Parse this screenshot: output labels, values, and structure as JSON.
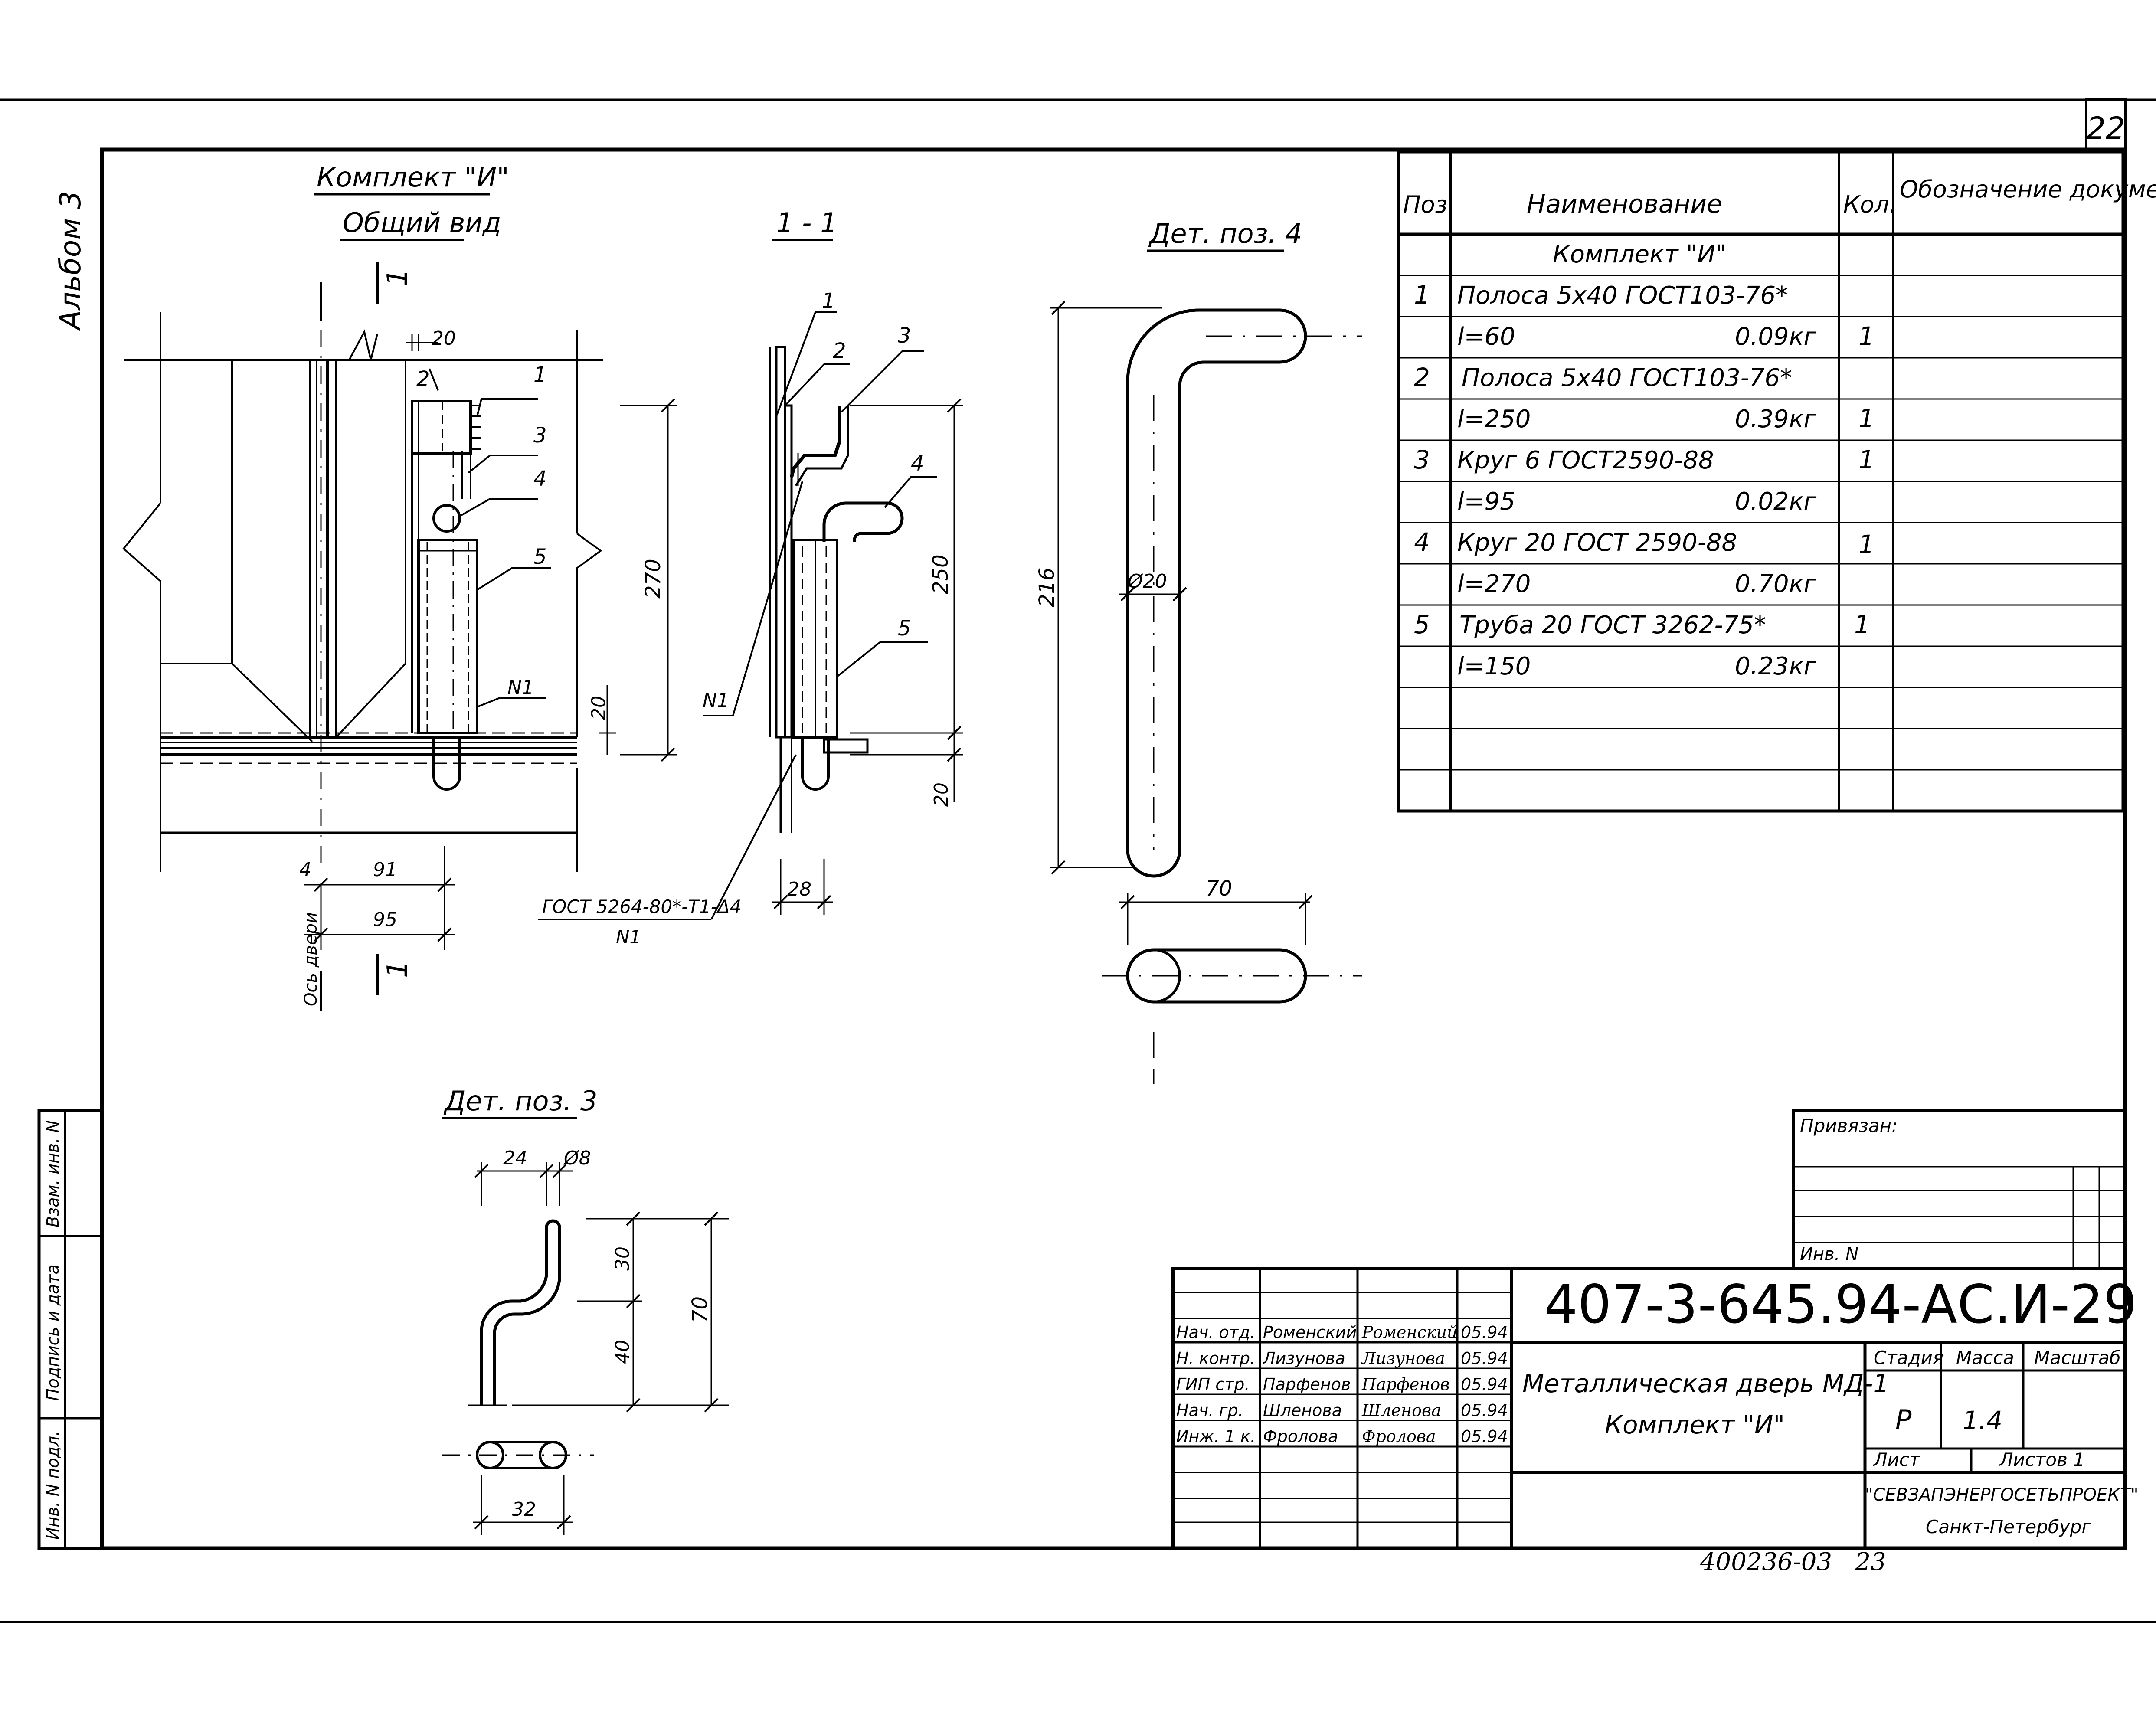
{
  "sheet": {
    "page_number": "22",
    "album_label": "Альбом 3",
    "title_main": "Комплект \"И\"",
    "title_sub": "Общий вид",
    "cut_label": "1",
    "section_title": "1 - 1",
    "detail4_title": "Дет. поз. 4",
    "detail3_title": "Дет. поз. 3",
    "axis_label": "Ось двери",
    "weld_label": "ГОСТ 5264-80*-Т1-Δ4",
    "weld_sub": "N1",
    "bottom_handwriting": "400236-03   23"
  },
  "dimensions": {
    "general": {
      "top": "20",
      "height": "270",
      "bottom": "20",
      "w1": "4",
      "w2": "91",
      "w3": "95"
    },
    "section": {
      "height": "250",
      "bottom": "20",
      "width": "28"
    },
    "detail4": {
      "height": "216",
      "diameter": "Ø20",
      "width": "70"
    },
    "detail3": {
      "w": "24",
      "d": "Ø8",
      "h1": "30",
      "h2": "40",
      "total": "70",
      "bottom_w": "32"
    }
  },
  "position_marks": [
    "1",
    "2",
    "3",
    "4",
    "5",
    "N1"
  ],
  "spec_table": {
    "headers": [
      "Поз.",
      "Наименование",
      "Кол.",
      "Обозначение документа"
    ],
    "group_title": "Комплект \"И\"",
    "rows": [
      {
        "pos": "1",
        "name": "Полоса 5х40 ГОСТ103-76*",
        "qty": "",
        "doc": ""
      },
      {
        "pos": "",
        "name": "l=60",
        "mass": "0.09кг",
        "qty": "1",
        "doc": ""
      },
      {
        "pos": "2",
        "name": "Полоса 5х40 ГОСТ103-76*",
        "qty": "",
        "doc": ""
      },
      {
        "pos": "",
        "name": "l=250",
        "mass": "0.39кг",
        "qty": "1",
        "doc": ""
      },
      {
        "pos": "3",
        "name": "Круг 6  ГОСТ2590-88",
        "qty": "1",
        "doc": ""
      },
      {
        "pos": "",
        "name": "l=95",
        "mass": "0.02кг",
        "qty": "",
        "doc": ""
      },
      {
        "pos": "4",
        "name": "Круг 20  ГОСТ 2590-88",
        "qty": "1",
        "doc": ""
      },
      {
        "pos": "",
        "name": "l=270",
        "mass": "0.70кг",
        "qty": "",
        "doc": ""
      },
      {
        "pos": "5",
        "name": "Труба  20 ГОСТ 3262-75*",
        "qty": "1",
        "doc": ""
      },
      {
        "pos": "",
        "name": "l=150",
        "mass": "0.23кг",
        "qty": "",
        "doc": ""
      }
    ]
  },
  "side_stamp": [
    "Взам. инв. N",
    "Подпись и дата",
    "Инв. N подл."
  ],
  "title_block": {
    "privyazan": "Привязан:",
    "inv_n": "Инв. N",
    "code": "407-3-645.94-АС.И-29",
    "title_line1": "Металлическая дверь МД-1",
    "title_line2": "Комплект \"И\"",
    "stage_header": "Стадия",
    "mass_header": "Масса",
    "scale_header": "Масштаб",
    "stage": "Р",
    "mass": "1.4",
    "sheet_label": "Лист",
    "sheets_label": "Листов 1",
    "org": "\"СЕВЗАПЭНЕРГОСЕТЬПРОЕКТ\"",
    "city": "Санкт-Петербург",
    "people": [
      {
        "role": "Нач. отд.",
        "name": "Роменский",
        "sign": "Роменский",
        "date": "05.94"
      },
      {
        "role": "Н. контр.",
        "name": "Лизунова",
        "sign": "Лизунова",
        "date": "05.94"
      },
      {
        "role": "ГИП стр.",
        "name": "Парфенов",
        "sign": "Парфенов",
        "date": "05.94"
      },
      {
        "role": "Нач. гр.",
        "name": "Шленова",
        "sign": "Шленова",
        "date": "05.94"
      },
      {
        "role": "Инж. 1 к.",
        "name": "Фролова",
        "sign": "Фролова",
        "date": "05.94"
      }
    ]
  }
}
